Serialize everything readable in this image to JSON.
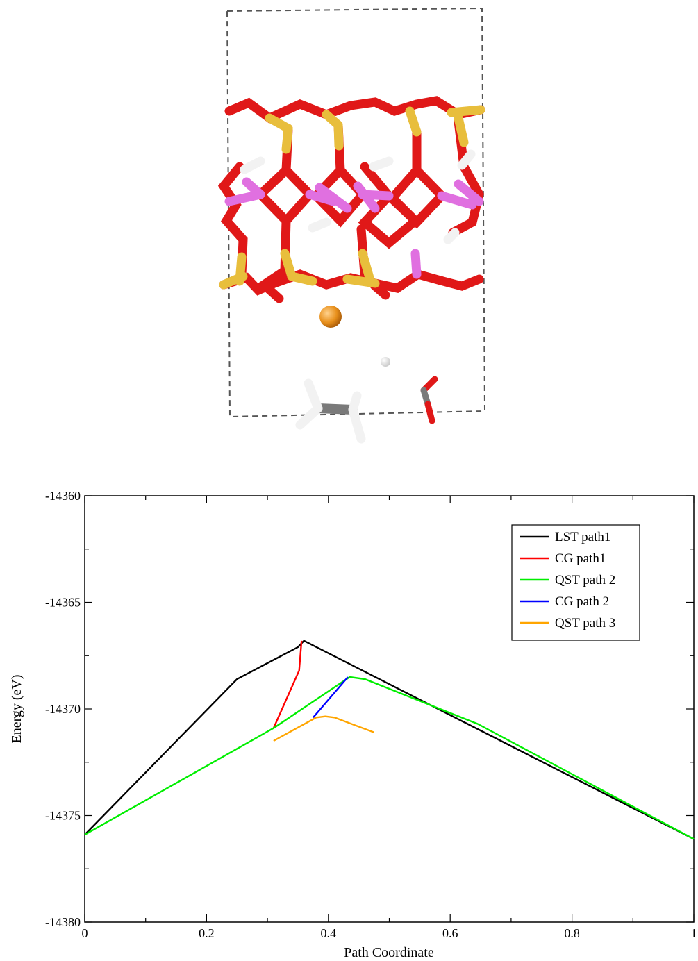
{
  "chart_data": {
    "type": "line",
    "title": "",
    "xlabel": "Path Coordinate",
    "ylabel": "Energy  (eV)",
    "xlim": [
      0,
      1
    ],
    "ylim": [
      -14380,
      -14360
    ],
    "x_ticks": [
      0,
      0.2,
      0.4,
      0.6,
      0.8,
      1
    ],
    "x_tick_labels": [
      "0",
      "0.2",
      "0.4",
      "0.6",
      "0.8",
      "1"
    ],
    "y_ticks": [
      -14380,
      -14375,
      -14370,
      -14365,
      -14360
    ],
    "y_tick_labels": [
      "-14380",
      "-14375",
      "-14370",
      "-14365",
      "-14360"
    ],
    "grid": false,
    "legend_position": "top-right",
    "series": [
      {
        "name": "LST path1",
        "color": "#000000",
        "points": [
          [
            0,
            -14375.9
          ],
          [
            0.25,
            -14368.6
          ],
          [
            0.35,
            -14367.1
          ],
          [
            0.36,
            -14366.8
          ],
          [
            1.0,
            -14376.1
          ]
        ]
      },
      {
        "name": "CG path1",
        "color": "#ff0000",
        "points": [
          [
            0.31,
            -14370.9
          ],
          [
            0.352,
            -14368.2
          ],
          [
            0.356,
            -14366.8
          ]
        ]
      },
      {
        "name": "QST path 2",
        "color": "#00ee00",
        "points": [
          [
            0,
            -14375.9
          ],
          [
            0.31,
            -14370.9
          ],
          [
            0.435,
            -14368.5
          ],
          [
            0.46,
            -14368.6
          ],
          [
            0.645,
            -14370.7
          ],
          [
            1.0,
            -14376.1
          ]
        ]
      },
      {
        "name": "CG path 2",
        "color": "#0000ff",
        "points": [
          [
            0.375,
            -14370.4
          ],
          [
            0.432,
            -14368.5
          ]
        ]
      },
      {
        "name": "QST path 3",
        "color": "#ffa500",
        "points": [
          [
            0.31,
            -14371.5
          ],
          [
            0.38,
            -14370.4
          ],
          [
            0.395,
            -14370.35
          ],
          [
            0.41,
            -14370.4
          ],
          [
            0.475,
            -14371.1
          ]
        ]
      }
    ]
  },
  "structure": {
    "atom_colors": {
      "oxygen": "#e01818",
      "silicon": "#e8be3c",
      "aluminum": "#e070e0",
      "hydrogen": "#f2f2f2",
      "carbon": "#7a7a7a",
      "metal": "#e8901c"
    }
  }
}
